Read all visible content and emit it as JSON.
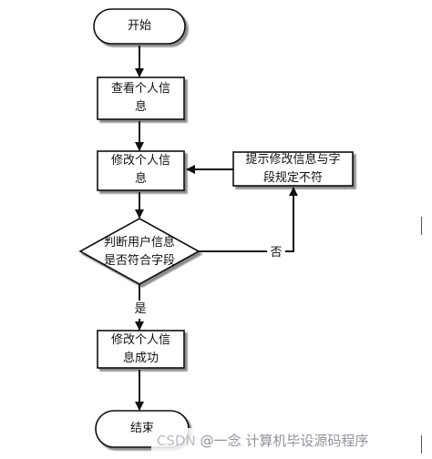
{
  "flowchart": {
    "start": "开始",
    "view_info": [
      "查看个人信",
      "息"
    ],
    "modify_info": [
      "修改个人信",
      "息"
    ],
    "prompt": [
      "提示修改信息与字",
      "段规定不符"
    ],
    "judge": [
      "判断用户信息",
      "是否符合字段"
    ],
    "no_label": "否",
    "yes_label": "是",
    "success": [
      "修改个人信",
      "息成功"
    ],
    "end": "结束"
  },
  "watermark": {
    "platform": "CSDN",
    "author": "@一念 计算机毕设源码程序"
  }
}
